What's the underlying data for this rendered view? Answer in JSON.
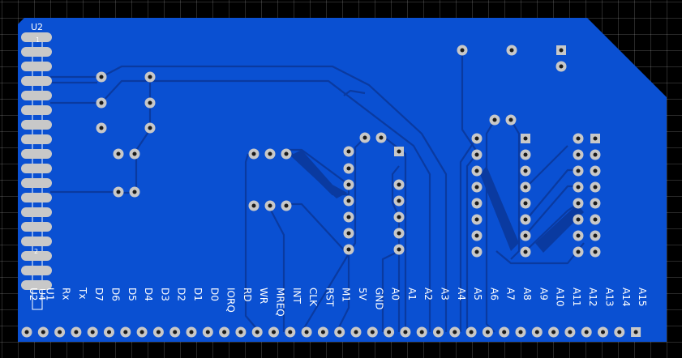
{
  "colors": {
    "board": "#0a50d2",
    "trace": "#0a3aa0",
    "pad": "#c8c8c8",
    "hole": "#1a1a1a",
    "silk": "#ffffff"
  },
  "designators": {
    "u2": "U2",
    "u4": "U4",
    "pin_one": "1",
    "pin_two": "2"
  },
  "edge_labels": [
    "U2",
    "U1",
    "Rx",
    "Tx",
    "D7",
    "D6",
    "D5",
    "D4",
    "D3",
    "D2",
    "D1",
    "D0",
    "IORQ",
    "RD",
    "WR",
    "MREQ",
    "INT",
    "CLK",
    "RST",
    "M1",
    "5V",
    "GND",
    "A0",
    "A1",
    "A2",
    "A3",
    "A4",
    "A5",
    "A6",
    "A7",
    "A8",
    "A9",
    "A10",
    "A11",
    "A12",
    "A13",
    "A14",
    "A15"
  ]
}
